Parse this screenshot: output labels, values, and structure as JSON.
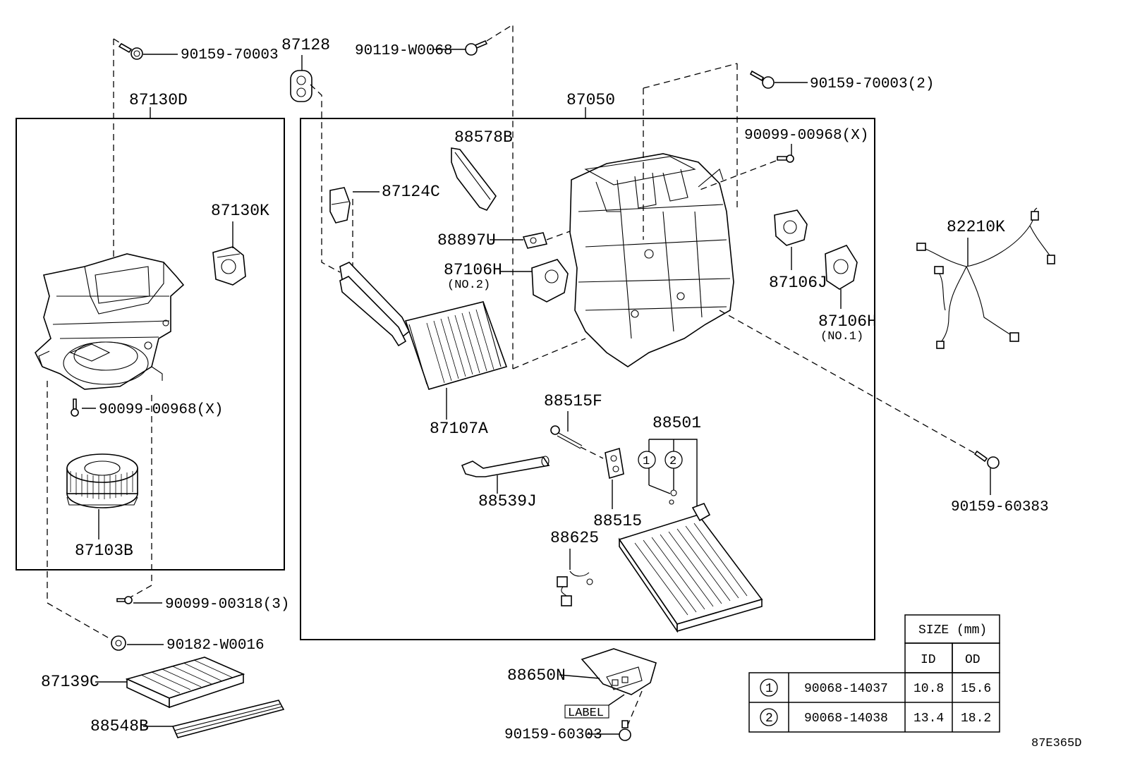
{
  "parts": {
    "p_87130D": "87130D",
    "p_90159_70003_left": "90159-70003",
    "p_87130K": "87130K",
    "p_90099_00968_left": "90099-00968(X)",
    "p_87103B": "87103B",
    "p_90099_00318": "90099-00318(3)",
    "p_90182_W0016": "90182-W0016",
    "p_87139C": "87139C",
    "p_88548B": "88548B",
    "p_87128": "87128",
    "p_90119_W0068": "90119-W0068",
    "p_87050": "87050",
    "p_90159_70003_right": "90159-70003(2)",
    "p_90099_00968_right": "90099-00968(X)",
    "p_88578B": "88578B",
    "p_87124C": "87124C",
    "p_88897U": "88897U",
    "p_87106H_no2": "87106H",
    "p_87106H_no2_sub": "(NO.2)",
    "p_87106J": "87106J",
    "p_87106H_no1": "87106H",
    "p_87106H_no1_sub": "(NO.1)",
    "p_87107A": "87107A",
    "p_88515F": "88515F",
    "p_88501": "88501",
    "p_88539J": "88539J",
    "p_88515": "88515",
    "p_88625": "88625",
    "p_82210K": "82210K",
    "p_90159_60383": "90159-60383",
    "p_88650N": "88650N",
    "p_label": "LABEL",
    "p_90159_60303": "90159-60303",
    "circle_1": "1",
    "circle_2": "2",
    "diagram_code": "87E365D"
  },
  "size_table": {
    "header": "SIZE (mm)",
    "col_id": "ID",
    "col_od": "OD",
    "rows": [
      {
        "mark": "1",
        "part": "90068-14037",
        "id": "10.8",
        "od": "15.6"
      },
      {
        "mark": "2",
        "part": "90068-14038",
        "id": "13.4",
        "od": "18.2"
      }
    ]
  }
}
